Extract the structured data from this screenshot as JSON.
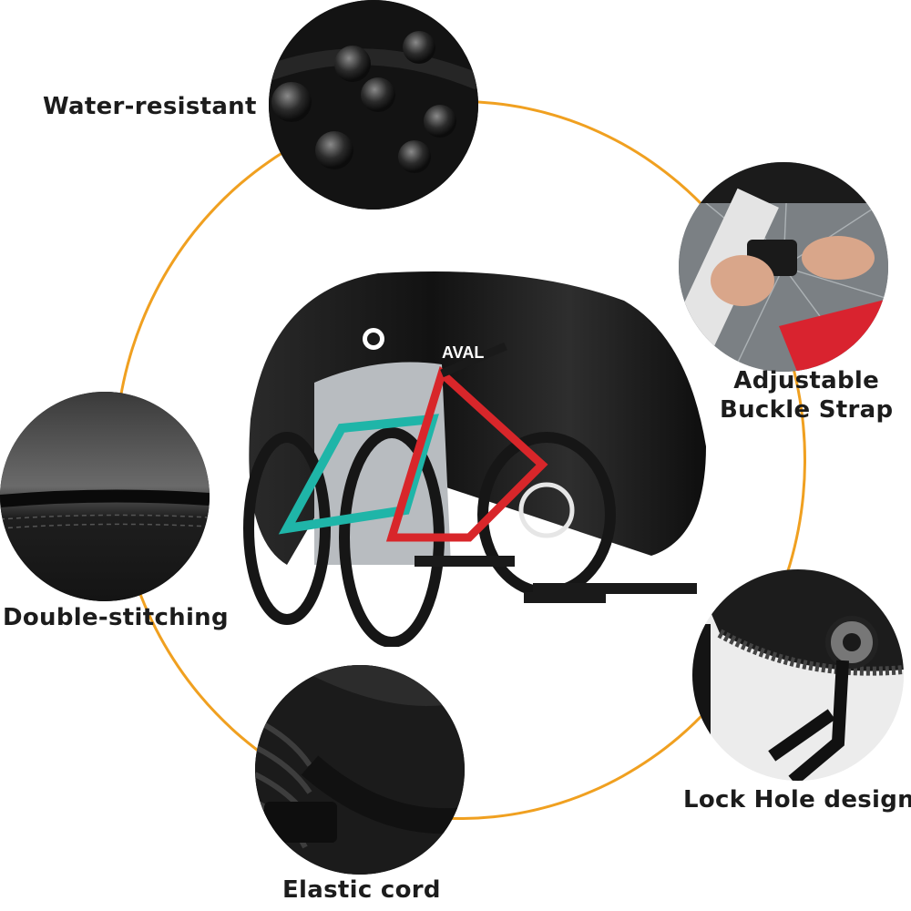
{
  "features": {
    "water_resistant": "Water-resistant",
    "buckle_line1": "Adjustable",
    "buckle_line2": "Buckle Strap",
    "double_stitching": "Double-stitching",
    "lock_hole": "Lock Hole design",
    "elastic_cord": "Elastic cord"
  },
  "product": {
    "bike_brand_text": "AVAL"
  },
  "colors": {
    "ring": "#f0a020",
    "cover": "#1a1a1a",
    "frame_accent": "#1fb5a8",
    "frame_red": "#d8262a"
  }
}
